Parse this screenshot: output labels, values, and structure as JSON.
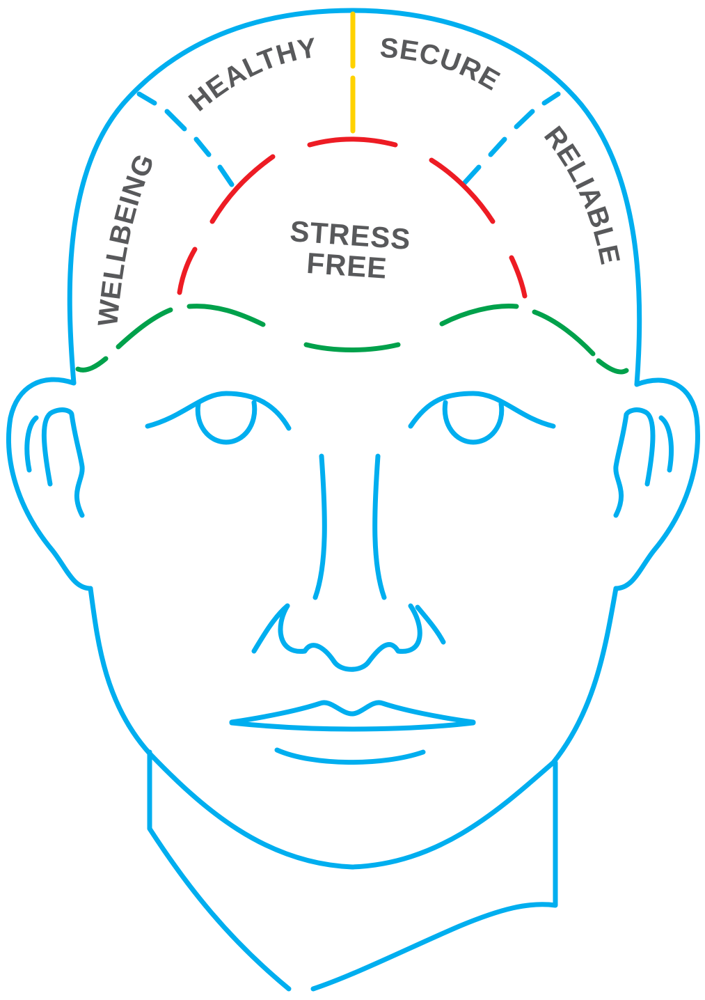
{
  "colors": {
    "outline": "#00aeef",
    "text": "#58595b",
    "yellow": "#ffd200",
    "red": "#ed1c24",
    "green": "#00a14b",
    "background": "#ffffff"
  },
  "regions": {
    "wellbeing": "WELLBEING",
    "healthy": "HEALTHY",
    "secure": "SECURE",
    "reliable": "RELIABLE",
    "stress_free_line1": "STRESS",
    "stress_free_line2": "FREE"
  }
}
